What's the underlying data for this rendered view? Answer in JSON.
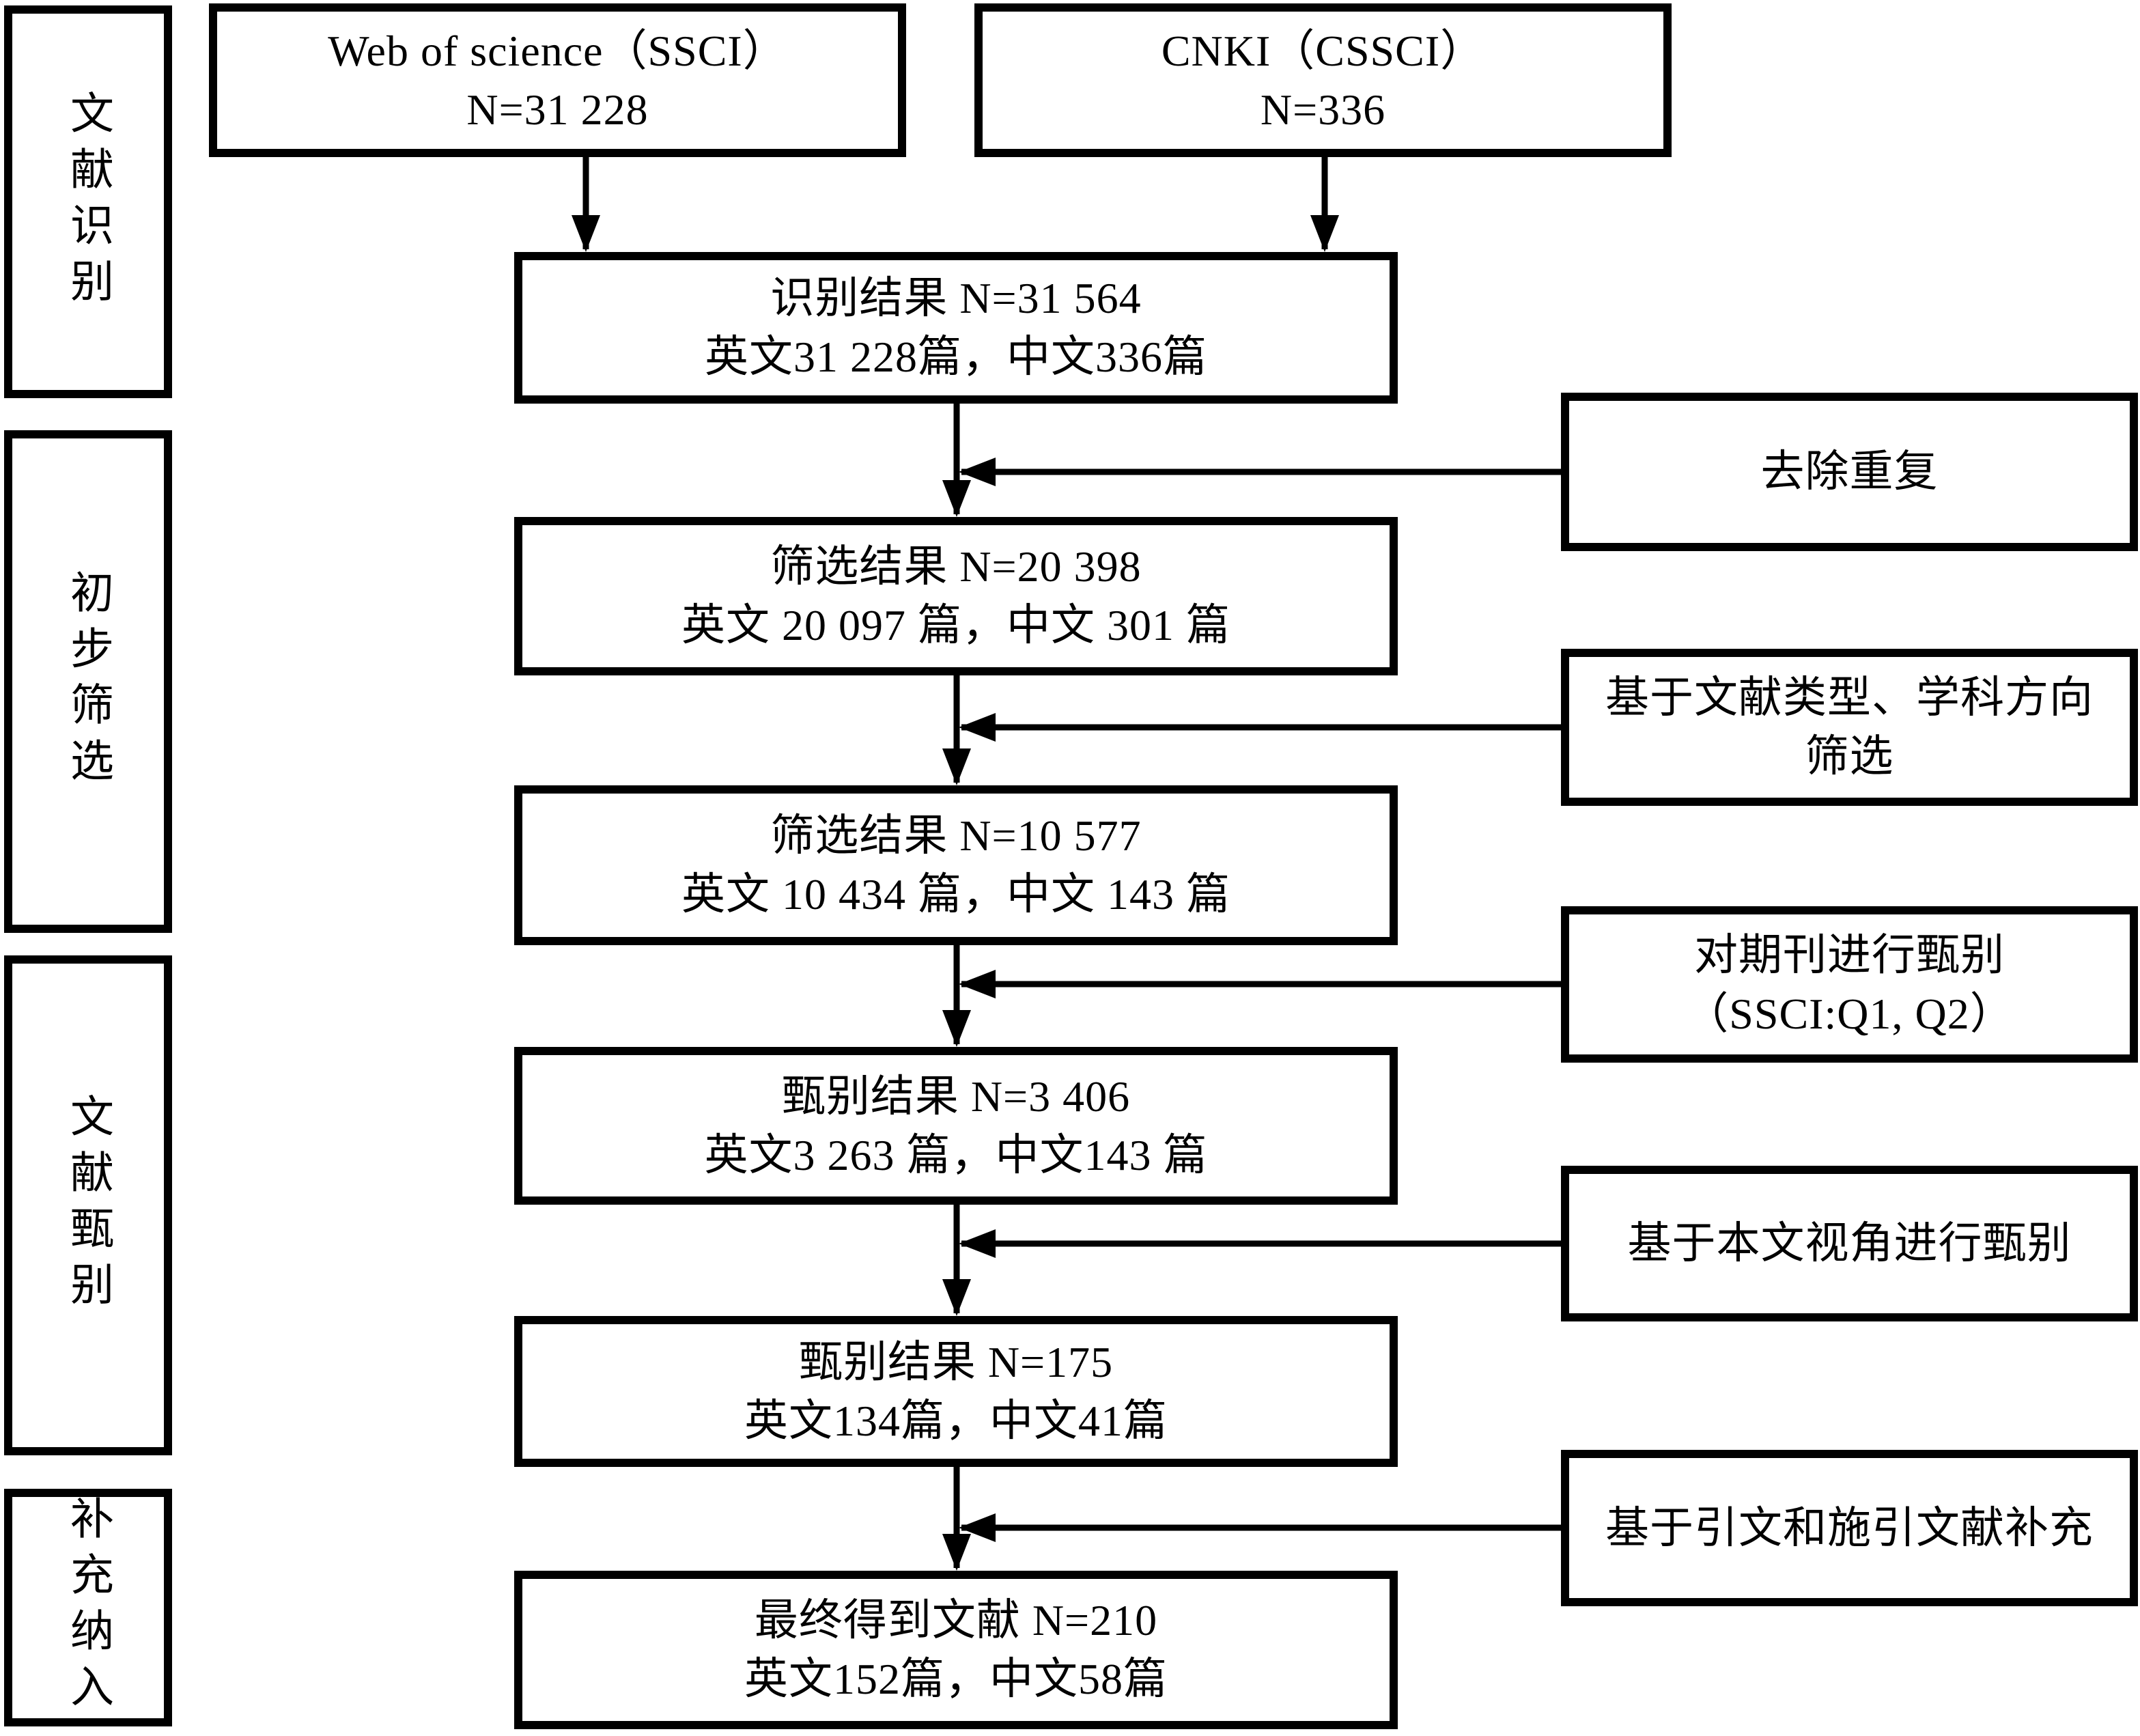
{
  "diagram": {
    "background_color": "#ffffff",
    "line_color": "#000000",
    "stages": [
      {
        "label": "文献识别"
      },
      {
        "label": "初步筛选"
      },
      {
        "label": "文献甄别"
      },
      {
        "label": "补充纳入"
      }
    ],
    "sources": [
      {
        "line1": "Web of science（SSCI）",
        "line2": "N=31 228"
      },
      {
        "line1": "CNKI（CSSCI）",
        "line2": "N=336"
      }
    ],
    "steps": [
      {
        "line1": "识别结果 N=31 564",
        "line2": "英文31 228篇，中文336篇"
      },
      {
        "line1": "筛选结果 N=20 398",
        "line2": "英文 20 097 篇，中文 301 篇"
      },
      {
        "line1": "筛选结果 N=10 577",
        "line2": "英文 10 434 篇，中文 143 篇"
      },
      {
        "line1": "甄别结果 N=3 406",
        "line2": "英文3 263 篇，中文143 篇"
      },
      {
        "line1": "甄别结果 N=175",
        "line2": "英文134篇，中文41篇"
      },
      {
        "line1": "最终得到文献 N=210",
        "line2": "英文152篇，中文58篇"
      }
    ],
    "filters": [
      {
        "lines": [
          "去除重复"
        ]
      },
      {
        "lines": [
          "基于文献类型、学科方向",
          "筛选"
        ]
      },
      {
        "lines": [
          "对期刊进行甄别",
          "（SSCI:Q1, Q2）"
        ]
      },
      {
        "lines": [
          "基于本文视角进行甄别"
        ]
      },
      {
        "lines": [
          "基于引文和施引文献补充"
        ]
      }
    ]
  }
}
